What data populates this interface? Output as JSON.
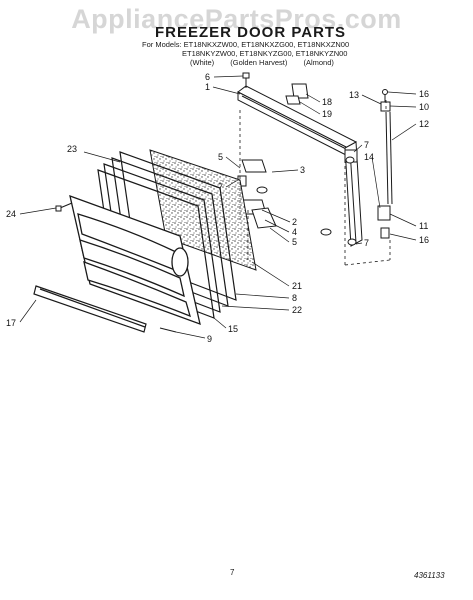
{
  "watermark": "AppliancePartsPros.com",
  "header": {
    "title": "FREEZER DOOR PARTS",
    "models_line1": "For Models: ET18NKXZW00, ET18NKXZG00, ET18NKXZN00",
    "models_line2": "ET18NKYZW00, ET18NKYZG00, ET18NKYZN00",
    "colors": [
      "(White)",
      "(Golden Harvest)",
      "(Almond)"
    ]
  },
  "callouts": {
    "c1": "1",
    "c2": "2",
    "c3": "3",
    "c4": "4",
    "c5a": "5",
    "c5b": "5",
    "c6": "6",
    "c7a": "7",
    "c7b": "7",
    "c8": "8",
    "c9": "9",
    "c10": "10",
    "c11": "11",
    "c12": "12",
    "c13": "13",
    "c14": "14",
    "c15": "15",
    "c16a": "16",
    "c16b": "16",
    "c17": "17",
    "c18": "18",
    "c19": "19",
    "c21": "21",
    "c22": "22",
    "c23": "23",
    "c24": "24"
  },
  "footer": {
    "page_number": "7",
    "reference_number": "4361133"
  },
  "colors": {
    "ink": "#1a1a1a",
    "watermark": "#c9c9c9",
    "insulation": "#777777"
  }
}
